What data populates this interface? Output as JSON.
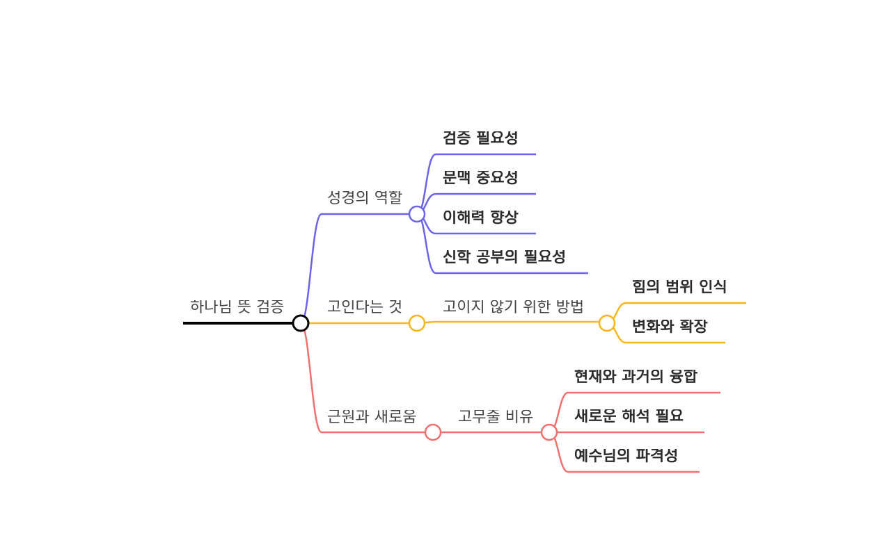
{
  "mindmap": {
    "root": {
      "label": "하나님 뜻 검증",
      "color": "#000000"
    },
    "branch_bible": {
      "label": "성경의 역할",
      "color": "#6c63ec",
      "leaves": [
        "검증 필요성",
        "문맥 중요성",
        "이해력 향상",
        "신학 공부의 필요성"
      ]
    },
    "branch_stagnation": {
      "label": "고인다는 것",
      "color": "#f7b718",
      "child": {
        "label": "고이지 않기 위한 방법",
        "leaves": [
          "힘의 범위 인식",
          "변화와 확장"
        ]
      }
    },
    "branch_origin": {
      "label": "근원과 새로움",
      "color": "#f07070",
      "child": {
        "label": "고무줄 비유",
        "leaves": [
          "현재와 과거의 융합",
          "새로운 해석 필요",
          "예수님의 파격성"
        ]
      }
    }
  }
}
